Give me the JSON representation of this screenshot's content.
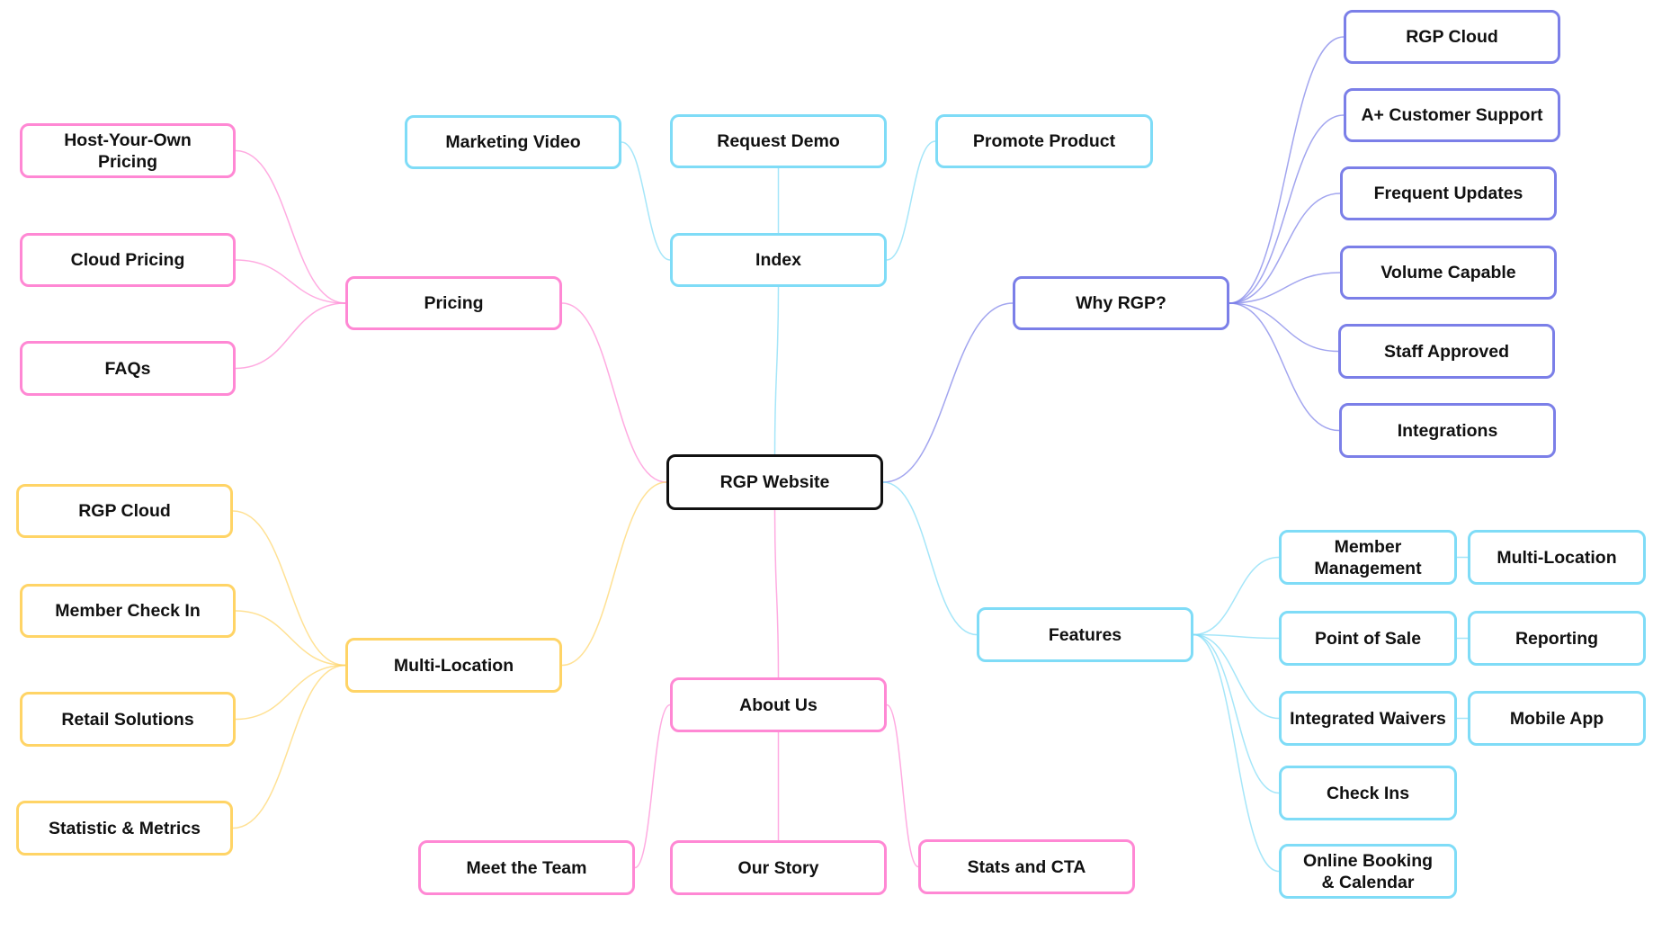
{
  "title": "RGP Website",
  "colors": {
    "root": "#111111",
    "cyan": "#7fdcf7",
    "pink": "#ff88d4",
    "purple": "#7b7fe8",
    "yellow": "#ffd466"
  },
  "nodes": [
    {
      "id": "root",
      "label": "RGP Website",
      "color": "root",
      "parent": null
    },
    {
      "id": "index",
      "label": "Index",
      "color": "cyan",
      "parent": "root"
    },
    {
      "id": "marketing-video",
      "label": "Marketing Video",
      "color": "cyan",
      "parent": "index"
    },
    {
      "id": "request-demo",
      "label": "Request Demo",
      "color": "cyan",
      "parent": "index"
    },
    {
      "id": "promote-product",
      "label": "Promote Product",
      "color": "cyan",
      "parent": "index"
    },
    {
      "id": "pricing",
      "label": "Pricing",
      "color": "pink",
      "parent": "root"
    },
    {
      "id": "host-your-own-pricing",
      "label": "Host-Your-Own\nPricing",
      "color": "pink",
      "parent": "pricing"
    },
    {
      "id": "cloud-pricing",
      "label": "Cloud Pricing",
      "color": "pink",
      "parent": "pricing"
    },
    {
      "id": "faqs",
      "label": "FAQs",
      "color": "pink",
      "parent": "pricing"
    },
    {
      "id": "multi-location",
      "label": "Multi-Location",
      "color": "yellow",
      "parent": "root"
    },
    {
      "id": "ml-rgp-cloud",
      "label": "RGP Cloud",
      "color": "yellow",
      "parent": "multi-location"
    },
    {
      "id": "member-check-in",
      "label": "Member Check In",
      "color": "yellow",
      "parent": "multi-location"
    },
    {
      "id": "retail-solutions",
      "label": "Retail Solutions",
      "color": "yellow",
      "parent": "multi-location"
    },
    {
      "id": "statistic-metrics",
      "label": "Statistic & Metrics",
      "color": "yellow",
      "parent": "multi-location"
    },
    {
      "id": "why-rgp",
      "label": "Why RGP?",
      "color": "purple",
      "parent": "root"
    },
    {
      "id": "why-rgp-cloud",
      "label": "RGP Cloud",
      "color": "purple",
      "parent": "why-rgp"
    },
    {
      "id": "customer-support",
      "label": "A+ Customer Support",
      "color": "purple",
      "parent": "why-rgp"
    },
    {
      "id": "frequent-updates",
      "label": "Frequent Updates",
      "color": "purple",
      "parent": "why-rgp"
    },
    {
      "id": "volume-capable",
      "label": "Volume Capable",
      "color": "purple",
      "parent": "why-rgp"
    },
    {
      "id": "staff-approved",
      "label": "Staff Approved",
      "color": "purple",
      "parent": "why-rgp"
    },
    {
      "id": "integrations",
      "label": "Integrations",
      "color": "purple",
      "parent": "why-rgp"
    },
    {
      "id": "features",
      "label": "Features",
      "color": "cyan",
      "parent": "root"
    },
    {
      "id": "member-management",
      "label": "Member\nManagement",
      "color": "cyan",
      "parent": "features"
    },
    {
      "id": "feat-multi-location",
      "label": "Multi-Location",
      "color": "cyan",
      "parent": "member-management"
    },
    {
      "id": "point-of-sale",
      "label": "Point of Sale",
      "color": "cyan",
      "parent": "features"
    },
    {
      "id": "reporting",
      "label": "Reporting",
      "color": "cyan",
      "parent": "point-of-sale"
    },
    {
      "id": "integrated-waivers",
      "label": "Integrated Waivers",
      "color": "cyan",
      "parent": "features"
    },
    {
      "id": "mobile-app",
      "label": "Mobile App",
      "color": "cyan",
      "parent": "integrated-waivers"
    },
    {
      "id": "check-ins",
      "label": "Check Ins",
      "color": "cyan",
      "parent": "features"
    },
    {
      "id": "online-booking",
      "label": "Online Booking\n& Calendar",
      "color": "cyan",
      "parent": "features"
    },
    {
      "id": "about-us",
      "label": "About Us",
      "color": "pink",
      "parent": "root"
    },
    {
      "id": "meet-the-team",
      "label": "Meet the Team",
      "color": "pink",
      "parent": "about-us"
    },
    {
      "id": "our-story",
      "label": "Our Story",
      "color": "pink",
      "parent": "about-us"
    },
    {
      "id": "stats-and-cta",
      "label": "Stats and CTA",
      "color": "pink",
      "parent": "about-us"
    }
  ]
}
